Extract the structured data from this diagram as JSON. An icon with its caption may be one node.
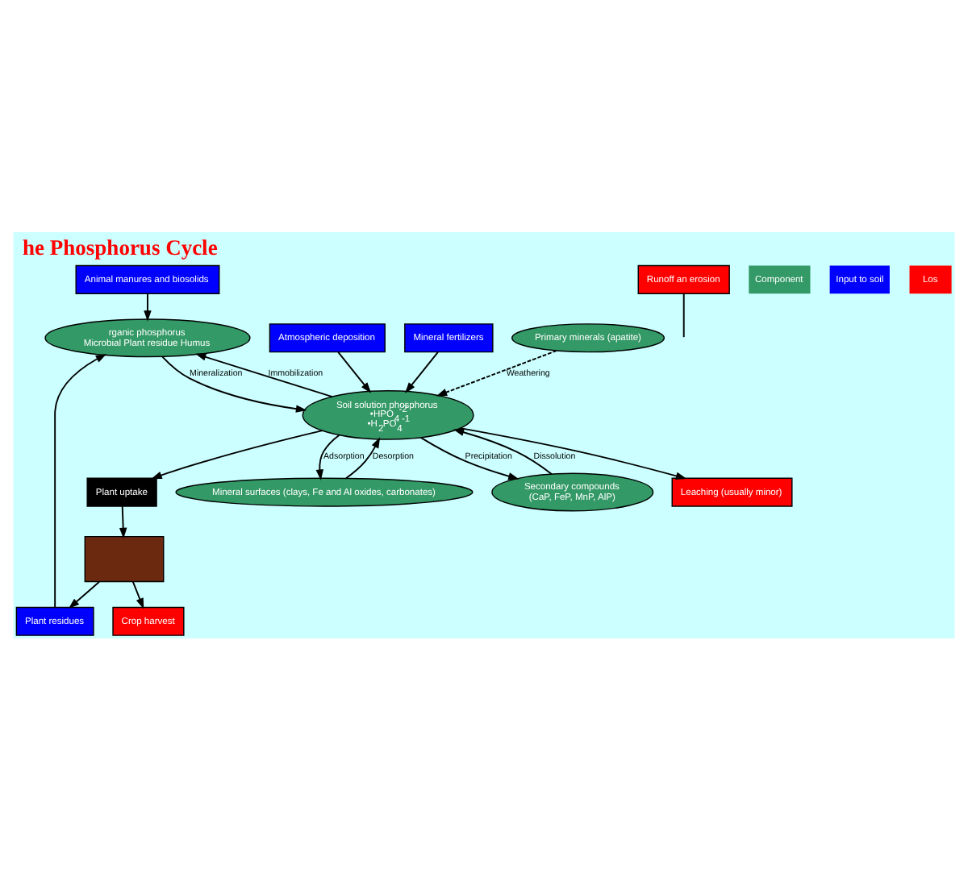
{
  "diagram": {
    "title": "he Phosphorus Cycle",
    "nodes": [
      {
        "text": [
          "Animal manures and biosolids"
        ]
      },
      {
        "text": [
          "Plant residues"
        ]
      },
      {
        "text": [
          "Crop harvest"
        ]
      },
      {
        "text": [
          "Atmospheric deposition"
        ]
      },
      {
        "text": [
          "Mineral fertilizers"
        ]
      },
      {
        "text": [],
        "shape": "box"
      },
      {
        "text": [
          "rganic phosphorus",
          "Microbial Plant residue Humus"
        ]
      },
      {
        "text": [
          "Plant uptake"
        ]
      },
      {
        "text": [
          "Primary minerals (apatite)"
        ]
      },
      {
        "text": [
          "Runoff an erosion"
        ]
      },
      {
        "text": [
          "Soil solution phosphorus",
          "•HPO$_{4}$$^{-2}$",
          "•H$_{2}$PO$_{4}$$^{-1}$"
        ]
      },
      {
        "text": [
          "Mineral surfaces (clays, Fe and Al oxides, carbonates)"
        ]
      },
      {
        "text": [
          "Secondary compounds",
          "(CaP, FeP, MnP, AlP)"
        ]
      },
      {
        "text": [
          "Leaching (usually minor)"
        ]
      }
    ],
    "edges": [
      {
        "from": 0,
        "to": 6,
        "arrow": "to"
      },
      {
        "from": 1,
        "to": 6,
        "arrow": "to"
      },
      {
        "from": 5,
        "to": 1,
        "arrow": "to"
      },
      {
        "from": 5,
        "to": 2,
        "arrow": "to"
      },
      {
        "from": 3,
        "to": 10,
        "arrow": "to"
      },
      {
        "from": 4,
        "to": 10,
        "arrow": "to"
      },
      {
        "from": 10,
        "to": 7,
        "arrow": "to"
      },
      {
        "from": 7,
        "to": 5,
        "arrow": "to"
      },
      {
        "from": 10,
        "to": 6,
        "arrow": "to",
        "label": "Immobilization"
      },
      {
        "from": 6,
        "to": 10,
        "arrow": "to",
        "label": "Mineralization"
      },
      {
        "from": 8,
        "to": 10,
        "arrow": "to",
        "label": "Weathering",
        "style": "dashed"
      },
      {
        "from": 10,
        "to": 11,
        "arrow": "to",
        "label": "Adsorption"
      },
      {
        "from": 11,
        "to": 10,
        "arrow": "to",
        "label": "Desorption"
      },
      {
        "from": 12,
        "to": 10,
        "arrow": "to",
        "label": "Dissolution"
      },
      {
        "from": 10,
        "to": 12,
        "arrow": "to",
        "label": "Precipitation"
      },
      {
        "from": 10,
        "to": 13,
        "arrow": "to"
      },
      {
        "from": 9,
        "to": null,
        "arrow": "none"
      }
    ],
    "legend": [
      {
        "text": "Component",
        "color": "#339966"
      },
      {
        "text": "Input to soil",
        "color": "#0000ff"
      },
      {
        "text": "Los",
        "color": "#ff0000"
      }
    ]
  }
}
